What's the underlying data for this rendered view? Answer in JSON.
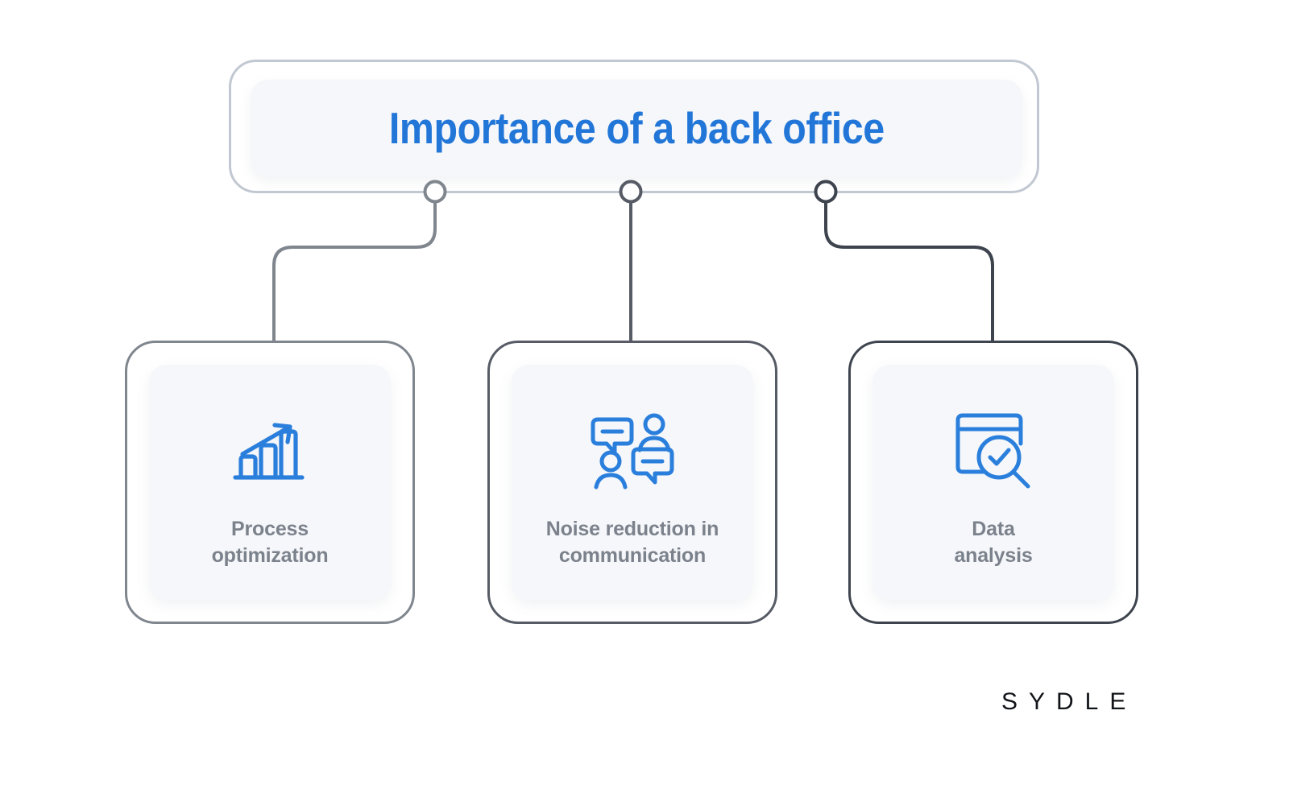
{
  "header": {
    "title": "Importance of a back office"
  },
  "colors": {
    "accent_blue": "#2176d8",
    "icon_blue": "#2b7fdc",
    "label_gray": "#7c828c",
    "header_border": "#c2c8d2",
    "panel_bg": "#f5f7fa",
    "branch_1": "#80868e",
    "branch_2": "#565b65",
    "branch_3": "#3e444e",
    "page_bg": "#ffffff"
  },
  "nodes": [
    {
      "id": "process-optimization",
      "label": "Process\noptimization",
      "label_line_1": "Process",
      "label_line_2": "optimization",
      "icon": "bar-chart-growth-icon",
      "border_color": "#80868e"
    },
    {
      "id": "noise-reduction",
      "label": "Noise reduction in\ncommunication",
      "label_line_1": "Noise reduction in",
      "label_line_2": "communication",
      "icon": "chat-people-icon",
      "border_color": "#565b65"
    },
    {
      "id": "data-analysis",
      "label": "Data\nanalysis",
      "label_line_1": "Data",
      "label_line_2": "analysis",
      "icon": "window-search-check-icon",
      "border_color": "#3e444e"
    }
  ],
  "connectors": [
    {
      "id": "connector-1",
      "from": "header",
      "to": "process-optimization",
      "color": "#80868e"
    },
    {
      "id": "connector-2",
      "from": "header",
      "to": "noise-reduction",
      "color": "#565b65"
    },
    {
      "id": "connector-3",
      "from": "header",
      "to": "data-analysis",
      "color": "#3e444e"
    }
  ],
  "logo": {
    "text": "SYDLE"
  }
}
